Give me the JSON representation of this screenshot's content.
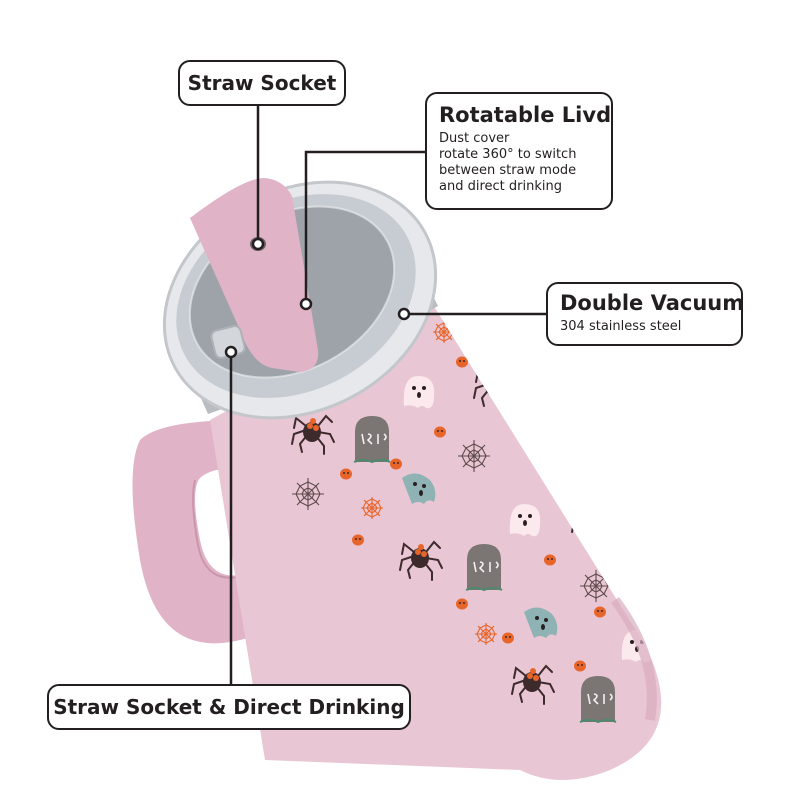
{
  "callouts": {
    "straw_socket": {
      "title": "Straw Socket"
    },
    "rotatable_lid": {
      "title": "Rotatable Livd",
      "lines": [
        "Dust cover",
        "rotate 360° to switch",
        "between straw mode",
        "and direct drinking"
      ]
    },
    "double_vacuum": {
      "title": "Double Vacuum",
      "lines": [
        "304 stainless steel"
      ]
    },
    "direct_drinking": {
      "title": "Straw Socket & Direct Drinking"
    }
  },
  "tumbler": {
    "body_color": "#e9c6d3",
    "handle_color": "#e1b3c6",
    "lid_color": "#d7dbe0",
    "pattern_icons": [
      "ghost-icon",
      "spider-icon",
      "tombstone-icon",
      "spiderweb-icon",
      "pumpkin-icon"
    ],
    "tombstone_text": "R.I.P."
  },
  "colors": {
    "outline": "#231f20",
    "ghost_teal": "#8fb3b5",
    "tombstone_gray": "#7b7674",
    "spider": "#3d2a2c",
    "pumpkin": "#e8652a"
  }
}
